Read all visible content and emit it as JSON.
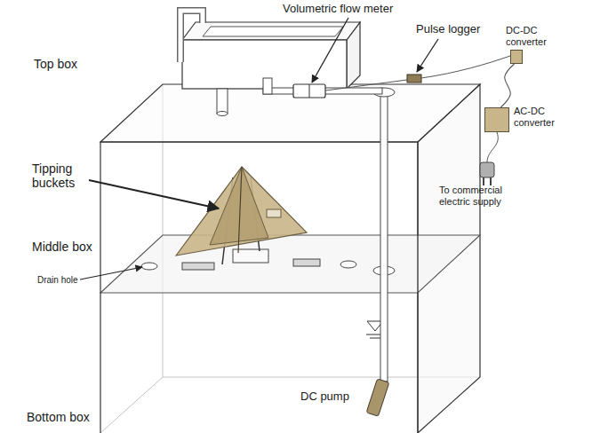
{
  "diagram": {
    "nodes": [
      {
        "text": [
          "DC-DC converter"
        ]
      },
      {
        "text": [
          "AC-DC converter"
        ]
      }
    ],
    "edges": [
      {
        "from": 0,
        "to": 1,
        "arrow": "none"
      }
    ],
    "labels": [
      "Volumetric flow meter",
      "Pulse logger",
      "Top box",
      "Tipping buckets",
      "Middle box",
      "Drain hole",
      "To commercial electric supply",
      "DC pump",
      "Bottom box"
    ]
  }
}
